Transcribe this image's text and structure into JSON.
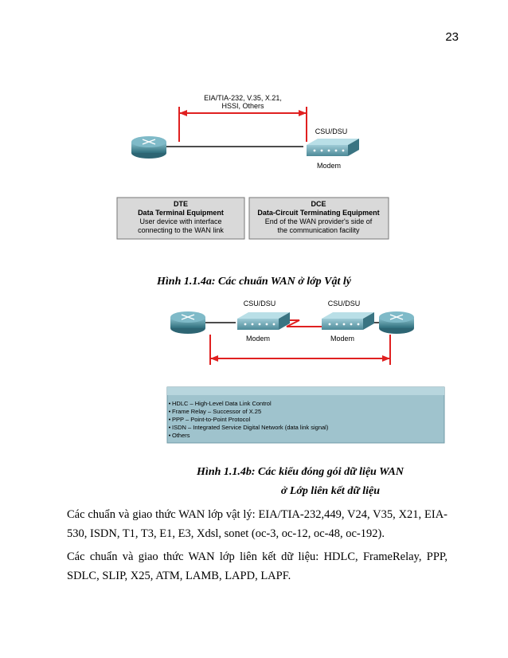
{
  "page_number": "23",
  "figure1": {
    "standards_line1": "EIA/TIA-232, V.35, X.21,",
    "standards_line2": "HSSI, Others",
    "csu_dsu": "CSU/DSU",
    "modem": "Modem",
    "dte": {
      "title": "DTE",
      "subtitle": "Data Terminal Equipment",
      "desc_line1": "User device with interface",
      "desc_line2": "connecting to the WAN link"
    },
    "dce": {
      "title": "DCE",
      "subtitle": "Data-Circuit Terminating Equipment",
      "desc_line1": "End of the WAN provider's side of",
      "desc_line2": "the communication facility"
    }
  },
  "caption1": "Hình 1.1.4a: Các chuẩn WAN ở lớp Vật lý",
  "figure2": {
    "csu_dsu_left": "CSU/DSU",
    "csu_dsu_right": "CSU/DSU",
    "modem_left": "Modem",
    "modem_right": "Modem",
    "protocols": [
      "HDLC – High-Level Data Link Control",
      "Frame Relay – Successor of X.25",
      "PPP – Point-to-Point Protocol",
      "ISDN – Integrated Service Digital Network (data link signal)",
      "Others"
    ]
  },
  "caption2_line1": "Hình 1.1.4b: Các kiểu đóng gói dữ liệu WAN",
  "caption2_line2": "ở Lớp liên kết dữ liệu",
  "paragraph1_line1": "Các chuẩn và giao thức WAN lớp vật lý: EIA/TIA-232,449, V24, V35, X21, EIA-",
  "paragraph1_line2": "530, ISDN, T1, T3, E1, E3, Xdsl, sonet (oc-3, oc-12, oc-48, oc-192).",
  "paragraph2_line1": "Các chuẩn và giao thức WAN lớp liên kết dữ liệu: HDLC, FrameRelay, PPP,",
  "paragraph2_line2": "SDLC, SLIP, X25, ATM, LAMB, LAPD, LAPF.",
  "colors": {
    "red_line": "#e02020",
    "router": "#3e8a99",
    "panel": "#d9d9d9",
    "protocol_bg": "#9fc3cd"
  }
}
